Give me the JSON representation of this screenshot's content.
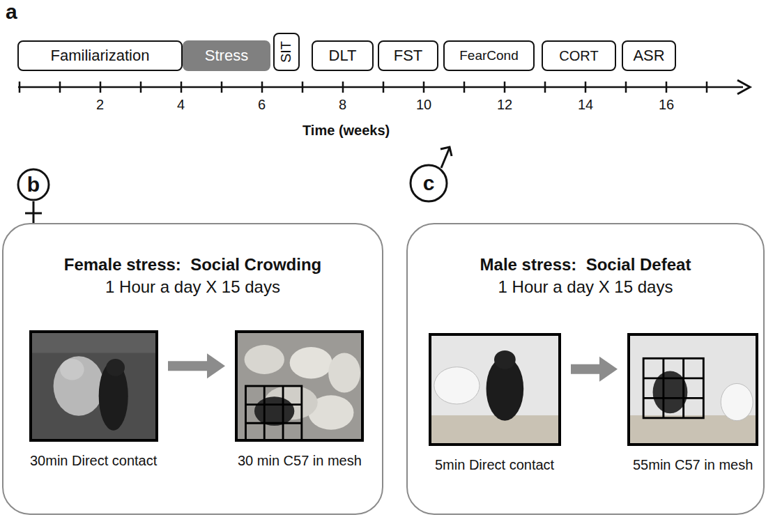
{
  "diagram": {
    "nodes": [
      {
        "text": [
          "Familiarization"
        ]
      },
      {
        "text": [
          "Stress"
        ]
      },
      {
        "text": [
          "SIT"
        ]
      },
      {
        "text": [
          "DLT"
        ]
      },
      {
        "text": [
          "FST"
        ]
      },
      {
        "text": [
          "FearCond"
        ]
      },
      {
        "text": [
          "CORT"
        ]
      },
      {
        "text": [
          "ASR"
        ]
      },
      {
        "text": [
          "b"
        ]
      },
      {
        "text": [
          "c"
        ]
      },
      {
        "text": [
          "Female stress:  Social Crowding",
          "1 Hour a day X 15 days"
        ]
      },
      {
        "text": [
          "30min Direct contact"
        ],
        "in": 10
      },
      {
        "text": [
          "30 min C57 in mesh"
        ],
        "in": 10
      },
      {
        "text": [
          "Male stress:  Social Defeat",
          "1 Hour a day X 15 days"
        ]
      },
      {
        "text": [
          "5min Direct contact"
        ],
        "in": 13
      },
      {
        "text": [
          "55min C57 in mesh"
        ],
        "in": 13
      }
    ],
    "edges": [
      {
        "from": 11,
        "to": 12,
        "arrow": "to"
      },
      {
        "from": 14,
        "to": 15,
        "arrow": "to"
      }
    ],
    "labels": [
      "a",
      "2",
      "4",
      "6",
      "8",
      "10",
      "12",
      "14",
      "16",
      "Time (weeks)"
    ]
  }
}
